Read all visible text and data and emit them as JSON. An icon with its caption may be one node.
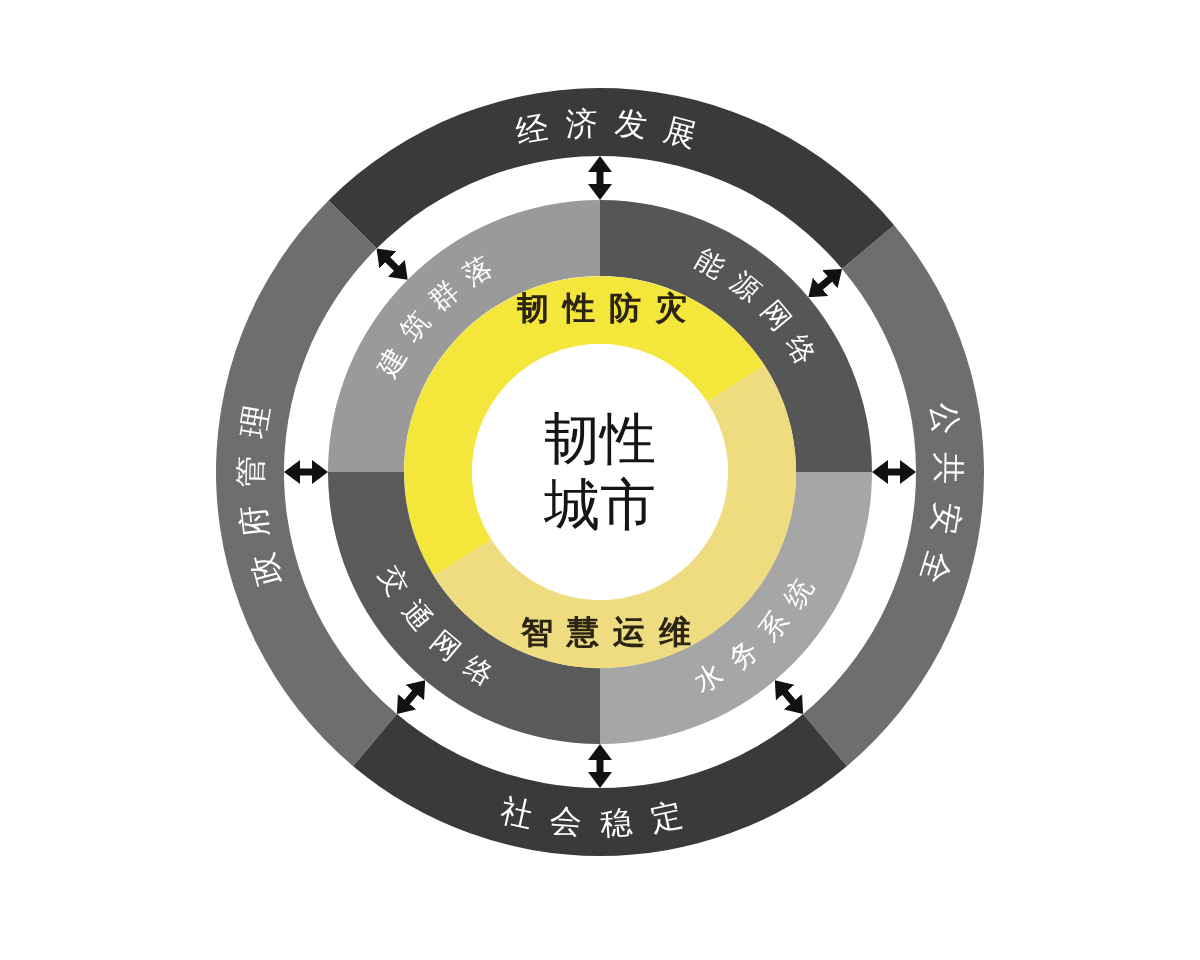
{
  "diagram": {
    "nodes": [
      {
        "text": [
          "经济发展"
        ]
      },
      {
        "text": [
          "建筑群落"
        ]
      },
      {
        "text": [
          "能源网络"
        ]
      },
      {
        "text": [
          "韧性防灾"
        ]
      },
      {
        "text": [
          "政府管理"
        ]
      },
      {
        "text": [
          "韧性城市"
        ]
      },
      {
        "text": [
          "公共安全"
        ]
      },
      {
        "text": [
          "交通网络"
        ]
      },
      {
        "text": [
          "水务系统"
        ]
      },
      {
        "text": [
          "智慧运维"
        ]
      },
      {
        "text": [
          "社会稳定"
        ]
      }
    ],
    "edges": [
      {
        "from": 1,
        "to": 0,
        "arrow": "both"
      },
      {
        "from": 2,
        "to": 0,
        "arrow": "both"
      },
      {
        "from": 2,
        "to": 6,
        "arrow": "both"
      },
      {
        "from": 8,
        "to": 6,
        "arrow": "both"
      },
      {
        "from": 8,
        "to": 10,
        "arrow": "both"
      },
      {
        "from": 7,
        "to": 10,
        "arrow": "both"
      },
      {
        "from": 7,
        "to": 4,
        "arrow": "both"
      },
      {
        "from": 1,
        "to": 4,
        "arrow": "both"
      }
    ]
  }
}
